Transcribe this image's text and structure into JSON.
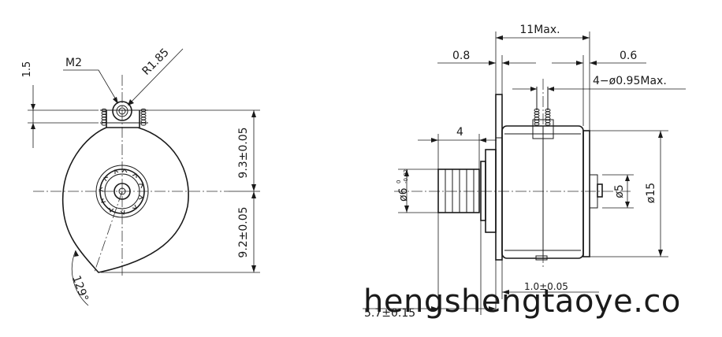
{
  "front_view": {
    "label_1_5": "1.5",
    "label_m2": "M2",
    "label_r185": "R1.85",
    "label_93": "9.3±0.05",
    "label_92": "9.2±0.05",
    "label_129": "129°"
  },
  "side_view": {
    "label_11max": "11Max.",
    "label_08": "0.8",
    "label_06": "0.6",
    "label_pin": "4−ø0.95Max.",
    "label_4": "4",
    "label_phi6": "ø6",
    "label_phi6_tol_upper": "0",
    "label_phi6_tol_lower": "-0.02",
    "label_phi5": "ø5",
    "label_phi15": "ø15",
    "label_10": "1.0±0.05",
    "label_57": "5.7±0.15"
  },
  "watermark": "hengshengtaoye.co",
  "colors": {
    "line": "#1a1a1a",
    "background": "#ffffff"
  }
}
